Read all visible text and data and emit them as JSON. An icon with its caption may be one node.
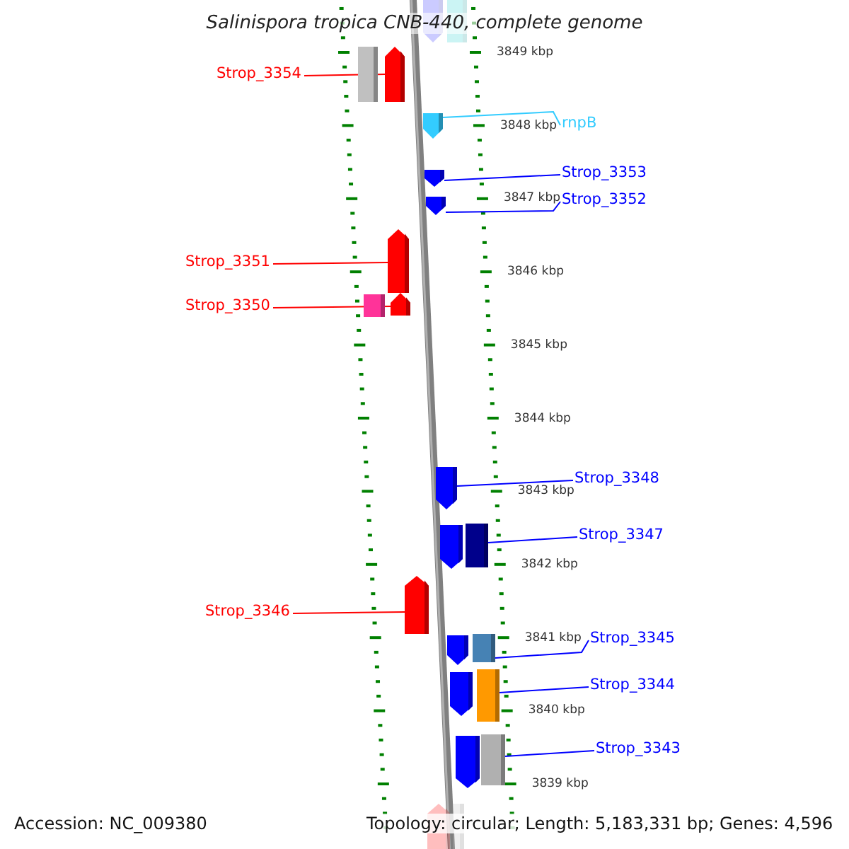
{
  "diagram": {
    "title": "Salinispora tropica CNB-440, complete genome",
    "nodes": [
      {
        "text": [
          "Strop_3354"
        ]
      },
      {
        "text": [],
        "shape": "arrow"
      },
      {
        "text": [
          "rnpB"
        ]
      },
      {
        "text": [],
        "shape": "arrow"
      },
      {
        "text": [
          "Strop_3353"
        ]
      },
      {
        "text": [],
        "shape": "arrow"
      },
      {
        "text": [
          "Strop_3352"
        ]
      },
      {
        "text": [],
        "shape": "arrow"
      },
      {
        "text": [
          "Strop_3351"
        ]
      },
      {
        "text": [],
        "shape": "arrow"
      },
      {
        "text": [
          "Strop_3350"
        ]
      },
      {
        "text": [],
        "shape": "arrow"
      },
      {
        "text": [
          "Strop_3348"
        ]
      },
      {
        "text": [],
        "shape": "arrow"
      },
      {
        "text": [
          "Strop_3347"
        ]
      },
      {
        "text": [],
        "shape": "box"
      },
      {
        "text": [
          "Strop_3346"
        ]
      },
      {
        "text": [],
        "shape": "arrow"
      },
      {
        "text": [
          "Strop_3345"
        ]
      },
      {
        "text": [],
        "shape": "box"
      },
      {
        "text": [
          "Strop_3344"
        ]
      },
      {
        "text": [],
        "shape": "box"
      },
      {
        "text": [
          "Strop_3343"
        ]
      },
      {
        "text": [],
        "shape": "box"
      },
      {
        "text": [],
        "shape": "arrow"
      },
      {
        "text": [],
        "shape": "box"
      },
      {
        "text": [],
        "shape": "box"
      },
      {
        "text": [],
        "shape": "box"
      },
      {
        "text": [],
        "shape": "arrow"
      },
      {
        "text": [],
        "shape": "arrow"
      },
      {
        "text": [],
        "shape": "arrow"
      },
      {
        "text": [],
        "shape": "arrow"
      },
      {
        "text": [],
        "shape": "arrow"
      },
      {
        "text": [],
        "shape": "box"
      }
    ],
    "edges": [
      {
        "from": 0,
        "to": 1,
        "arrow": "none",
        "color": "#ff0000"
      },
      {
        "from": 2,
        "to": 3,
        "arrow": "none",
        "color": "#33ccff"
      },
      {
        "from": 4,
        "to": 5,
        "arrow": "none"
      },
      {
        "from": 6,
        "to": 7,
        "arrow": "none"
      },
      {
        "from": 8,
        "to": 9,
        "arrow": "none",
        "color": "#ff0000"
      },
      {
        "from": 10,
        "to": 11,
        "arrow": "none",
        "color": "#ff0000"
      },
      {
        "from": 12,
        "to": 13,
        "arrow": "none"
      },
      {
        "from": 14,
        "to": 15,
        "arrow": "none"
      },
      {
        "from": 16,
        "to": 17,
        "arrow": "none",
        "color": "#ff0000"
      },
      {
        "from": 18,
        "to": 19,
        "arrow": "none"
      },
      {
        "from": 20,
        "to": 21,
        "arrow": "none"
      },
      {
        "from": 22,
        "to": 23,
        "arrow": "none"
      }
    ],
    "labels": [
      "3849 kbp",
      "3848 kbp",
      "3847 kbp",
      "3846 kbp",
      "3845 kbp",
      "3844 kbp",
      "3843 kbp",
      "3842 kbp",
      "3841 kbp",
      "3840 kbp",
      "3839 kbp",
      "Accession: NC_009380",
      "Topology: circular; Length: 5,183,331 bp; Genes: 4,596"
    ]
  }
}
